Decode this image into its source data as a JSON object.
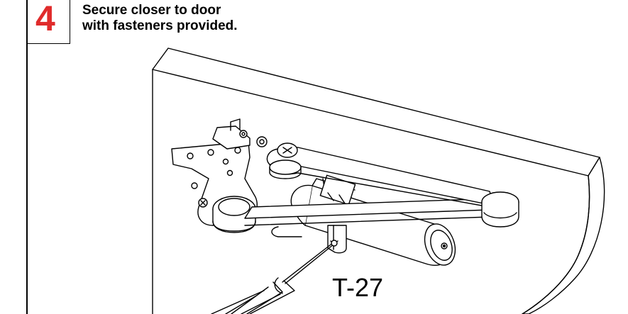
{
  "step": {
    "number": "4",
    "number_color": "#e02b2b",
    "instruction": "Secure closer to door\nwith fasteners provided."
  },
  "illustration": {
    "subject": "door closer mounted on door",
    "callout_label": "T-27"
  }
}
